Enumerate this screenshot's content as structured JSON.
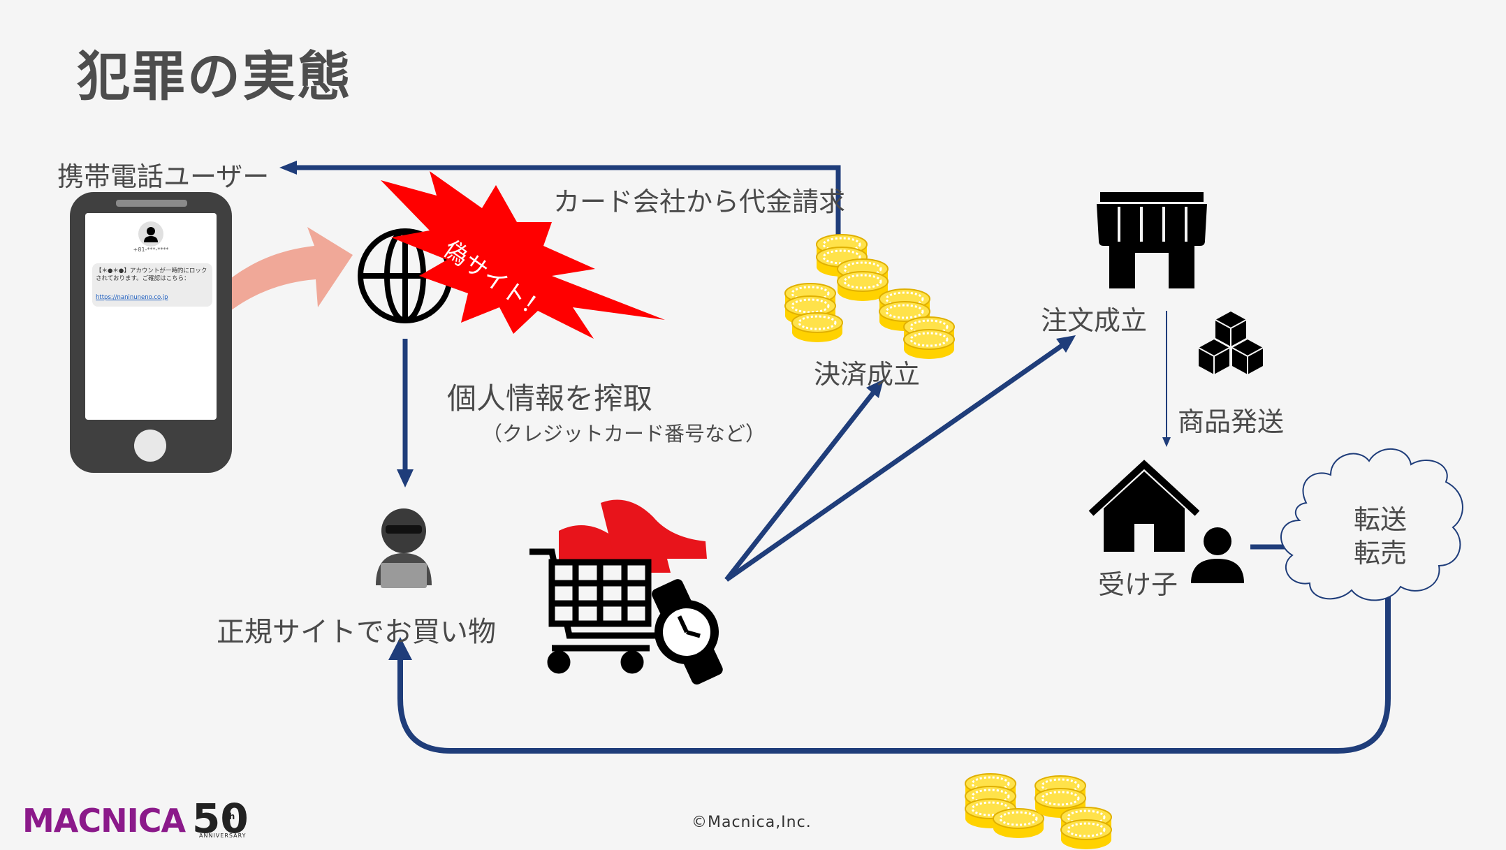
{
  "title": "犯罪の実態",
  "labels": {
    "phone_user": "携帯電話ユーザー",
    "card_billing": "カード会社から代金請求",
    "fake_site": "偽サイト！",
    "steal": "個人情報を搾取",
    "steal_sub": "（クレジットカード番号など）",
    "payment": "決済成立",
    "order": "注文成立",
    "ship": "商品発送",
    "receiver": "受け子",
    "forward_1": "転送",
    "forward_2": "転売",
    "legit_shop": "正規サイトでお買い物"
  },
  "sms": {
    "number": "+81-***-****",
    "message": "【＊●＊●】アカウントが一時的にロックされております。ご確認はこちら：",
    "link": "https://naninuneno.co.jp"
  },
  "footer": {
    "copyright": "©Macnica,Inc.",
    "logo": "MACNICA",
    "anniversary": "50",
    "anniversary_th": "th",
    "anniversary_sub": "ANNIVERSARY"
  },
  "colors": {
    "arrow": "#1f3d7a",
    "burst": "#ff0000",
    "coin": "#ffd200",
    "pink_arrow": "#f0a898",
    "logo": "#8b1a8a"
  },
  "icons": [
    "globe-icon",
    "hacker-icon",
    "shopping-cart-icon",
    "high-heels-icon",
    "watch-icon",
    "coins-icon",
    "store-icon",
    "boxes-icon",
    "house-icon",
    "person-icon",
    "cloud-icon",
    "smartphone-icon"
  ]
}
